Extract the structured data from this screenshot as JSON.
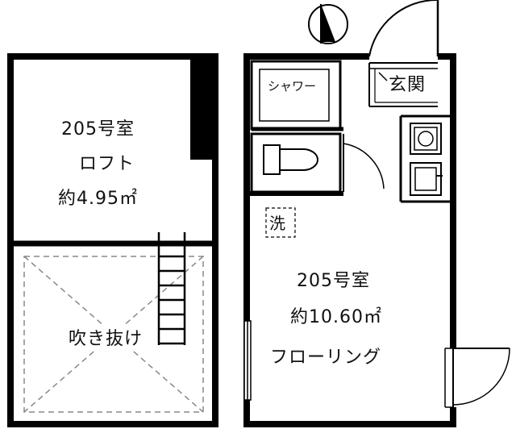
{
  "loft": {
    "room_number": "205号室",
    "room_type": "ロフト",
    "area": "約4.95㎡",
    "void_label": "吹き抜け"
  },
  "main": {
    "room_number": "205号室",
    "area": "約10.60㎡",
    "floor_type": "フローリング",
    "shower_label": "シャワー",
    "entrance_label": "玄関",
    "washer_label": "洗"
  },
  "compass": {
    "icon": "north-arrow-icon"
  }
}
